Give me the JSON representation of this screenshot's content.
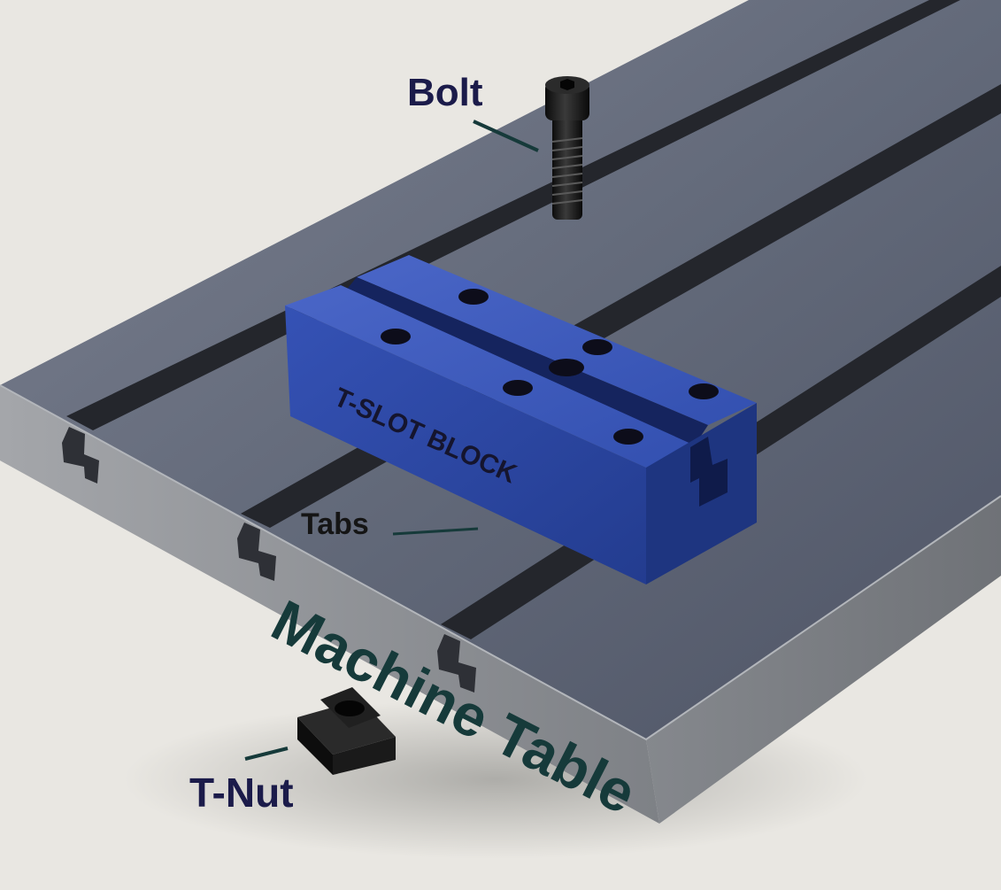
{
  "labels": {
    "bolt": "Bolt",
    "t_slot_block": "T-SLOT BLOCK",
    "tabs": "Tabs",
    "machine_table": "Machine Table",
    "t_nut": "T-Nut"
  },
  "colors": {
    "background": "#e9e7e2",
    "table_top": "#6a7080",
    "table_front": "#8d9095",
    "block": "#2f4aa6",
    "hardware": "#1a1a1a",
    "label_dark_blue": "#1b1b4a",
    "label_dark_teal": "#163a3a"
  }
}
